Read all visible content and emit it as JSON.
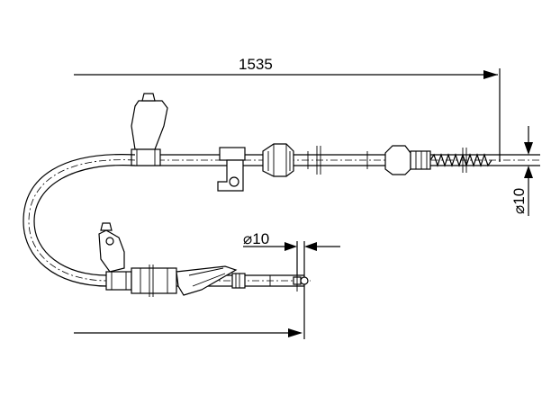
{
  "dimensions": {
    "overall_length": "1535",
    "diameter_left": "⌀10",
    "diameter_right": "⌀10"
  }
}
